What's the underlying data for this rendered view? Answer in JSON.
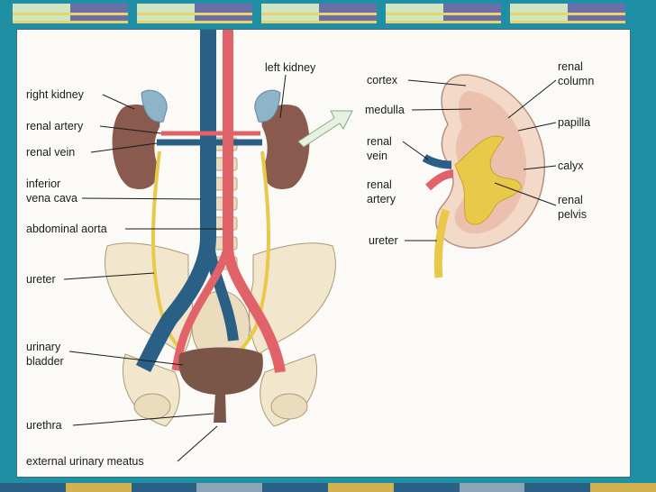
{
  "labels": {
    "right_kidney": "right kidney",
    "renal_artery": "renal artery",
    "renal_vein": "renal vein",
    "inferior": "inferior",
    "vena_cava": "vena cava",
    "abdominal_aorta": "abdominal aorta",
    "ureter": "ureter",
    "urinary": "urinary",
    "bladder": "bladder",
    "urethra": "urethra",
    "external_meatus": "external urinary meatus",
    "left_kidney": "left kidney"
  },
  "detail_labels": {
    "cortex": "cortex",
    "medulla": "medulla",
    "renal_vein_1": "renal",
    "renal_vein_2": "vein",
    "renal_artery_1": "renal",
    "renal_artery_2": "artery",
    "ureter": "ureter",
    "renal_column_1": "renal",
    "renal_column_2": "column",
    "papilla": "papilla",
    "calyx": "calyx",
    "renal_pelvis_1": "renal",
    "renal_pelvis_2": "pelvis"
  },
  "colors": {
    "background": "#1f8fa6",
    "slide": "#fbfaf6",
    "vein": "#2a5f86",
    "artery": "#e2626a",
    "kidney": "#8a5a4e",
    "kidney_detail": "#f3d9c8",
    "ureter": "#e9c94a",
    "bone": "#f2e7cc",
    "bladder": "#7a5648",
    "adrenal": "#8fb3c9"
  }
}
